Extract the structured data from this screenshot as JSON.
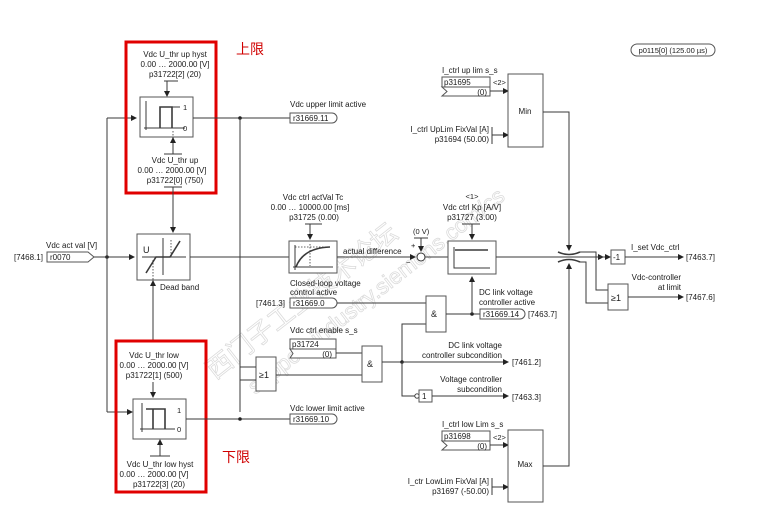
{
  "annotations": {
    "upper_limit_cn": "上限",
    "lower_limit_cn": "下限"
  },
  "header": {
    "sampling_time": "p0115[0] (125.00 µs)"
  },
  "watermark": {
    "line1": "西门子工业技术论坛",
    "line2": "support.industry.siemens.com/cs"
  },
  "input": {
    "label": "Vdc act val [V]",
    "ref": "[7468.1]",
    "param": "r0070"
  },
  "upper_hyst_block": {
    "hyst_label": "Vdc U_thr up hyst",
    "hyst_range": "0.00 … 2000.00 [V]",
    "hyst_param": "p31722[2] (20)",
    "thr_label": "Vdc U_thr up",
    "thr_range": "0.00 … 2000.00 [V]",
    "thr_param": "p31722[0] (750)",
    "out_high": "1",
    "out_low": "0"
  },
  "lower_hyst_block": {
    "thr_label": "Vdc U_thr low",
    "thr_range": "0.00 … 2000.00 [V]",
    "thr_param": "p31722[1] (500)",
    "hyst_label": "Vdc U_thr low hyst",
    "hyst_range": "0.00 … 2000.00 [V]",
    "hyst_param": "p31722[3] (20)",
    "out_high": "1",
    "out_low": "0"
  },
  "dead_band": {
    "label": "Dead band",
    "symbol": "U"
  },
  "upper_limit_active": {
    "label": "Vdc upper limit active",
    "param": "r31669.11"
  },
  "lower_limit_active": {
    "label": "Vdc lower limit active",
    "param": "r31669.10"
  },
  "pt1_filter": {
    "label": "Vdc ctrl actVal Tc",
    "range": "0.00 … 10000.00 [ms]",
    "param": "p31725 (0.00)"
  },
  "summing_point": {
    "setpoint": "(0 V)",
    "plus": "+",
    "minus": "−",
    "signal_label": "actual difference"
  },
  "kp_block": {
    "note": "<1>",
    "label": "Vdc ctrl Kp [A/V]",
    "param": "p31727 (3.00)"
  },
  "closed_loop": {
    "label_line1": "Closed-loop voltage",
    "label_line2": "control active",
    "ref": "[7461.3]",
    "param": "r31669.0"
  },
  "enable": {
    "label": "Vdc ctrl enable s_s",
    "param": "p31724",
    "value": "(0)"
  },
  "or_gate_left": {
    "symbol": "≥1"
  },
  "and_gate_mid": {
    "symbol": "&"
  },
  "and_gate_top": {
    "symbol": "&"
  },
  "dc_link_active": {
    "label_line1": "DC link voltage",
    "label_line2": "controller active",
    "param": "r31669.14",
    "ref": "[7463.7]"
  },
  "dc_link_subcond": {
    "label_line1": "DC link voltage",
    "label_line2": "controller subcondition",
    "ref": "[7461.2]"
  },
  "voltage_subcond": {
    "label_line1": "Voltage controller",
    "label_line2": "subcondition",
    "not_symbol": "1",
    "ref": "[7463.3]"
  },
  "min_block": {
    "label": "Min",
    "in1_label": "I_ctrl up lim s_s",
    "in1_param": "p31695",
    "in1_value": "(0)",
    "in1_note": "<2>",
    "in2_label": "I_ctrl UpLim FixVal [A]",
    "in2_param": "p31694 (50.00)"
  },
  "max_block": {
    "label": "Max",
    "in1_label": "I_ctrl low Lim s_s",
    "in1_param": "p31698",
    "in1_value": "(0)",
    "in1_note": "<2>",
    "in2_label": "I_ctr LowLim FixVal [A]",
    "in2_param": "p31697 (-50.00)"
  },
  "output_setpoint": {
    "gain": "-1",
    "label": "I_set Vdc_ctrl",
    "ref": "[7463.7]"
  },
  "output_limit": {
    "symbol": "≥1",
    "label_line1": "Vdc-controller",
    "label_line2": "at limit",
    "ref": "[7467.6]"
  }
}
